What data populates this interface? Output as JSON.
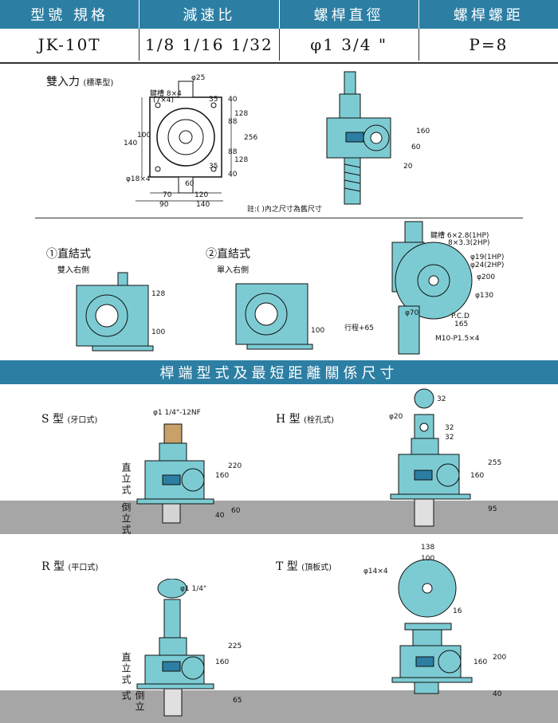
{
  "header": {
    "cols": [
      "型號 規格",
      "減速比",
      "螺桿直徑",
      "螺桿螺距"
    ],
    "values": [
      "JK-10T",
      "1/8 1/16 1/32",
      "φ1 3/4 \"",
      "P=8"
    ]
  },
  "section1": {
    "title": "雙入力",
    "subtitle": "(標準型)",
    "note": "註:( )內之尺寸為舊尺寸",
    "keyway_label": "鍵槽 8×4",
    "keyway_old": "(7×4)",
    "dims_front": [
      "φ25",
      "35",
      "40",
      "128",
      "88",
      "256",
      "88",
      "128",
      "40",
      "35",
      "140",
      "100",
      "φ18×4",
      "60",
      "70",
      "120",
      "90",
      "140"
    ],
    "dims_side": [
      "160",
      "60",
      "20"
    ]
  },
  "section2": {
    "item1_title": "①直結式",
    "item1_sub": "雙入右側",
    "item2_title": "②直結式",
    "item2_sub": "單入右側",
    "dims1": [
      "128",
      "100"
    ],
    "dims2": [
      "100"
    ],
    "right_dims": [
      "鍵槽 6×2.8(1HP)",
      "8×3.3(2HP)",
      "φ19(1HP)",
      "φ24(2HP)",
      "φ200",
      "φ130",
      "φ70",
      "P.C.D",
      "165",
      "M10-P1.5×4",
      "行程+65"
    ]
  },
  "section3": {
    "title": "桿端型式及最短距離關係尺寸",
    "s_type": "S 型",
    "s_sub": "(牙口式)",
    "s_thread": "φ1 1/4\"-12NF",
    "s_dims": [
      "220",
      "160",
      "60",
      "40"
    ],
    "h_type": "H 型",
    "h_sub": "(栓孔式)",
    "h_dims": [
      "32",
      "φ20",
      "32",
      "32",
      "255",
      "160",
      "95"
    ],
    "r_type": "R 型",
    "r_sub": "(平口式)",
    "r_dims": [
      "φ1 1/4\"",
      "225",
      "160",
      "65"
    ],
    "t_type": "T 型",
    "t_sub": "(頂板式)",
    "t_dims": [
      "138",
      "100",
      "φ14×4",
      "16",
      "200",
      "160",
      "40"
    ],
    "upright": "直立式",
    "inverted": "倒立式"
  },
  "colors": {
    "header_bg": "#2c7ea3",
    "body_teal": "#7ccbd3",
    "ground_gray": "#a6a6a6"
  }
}
